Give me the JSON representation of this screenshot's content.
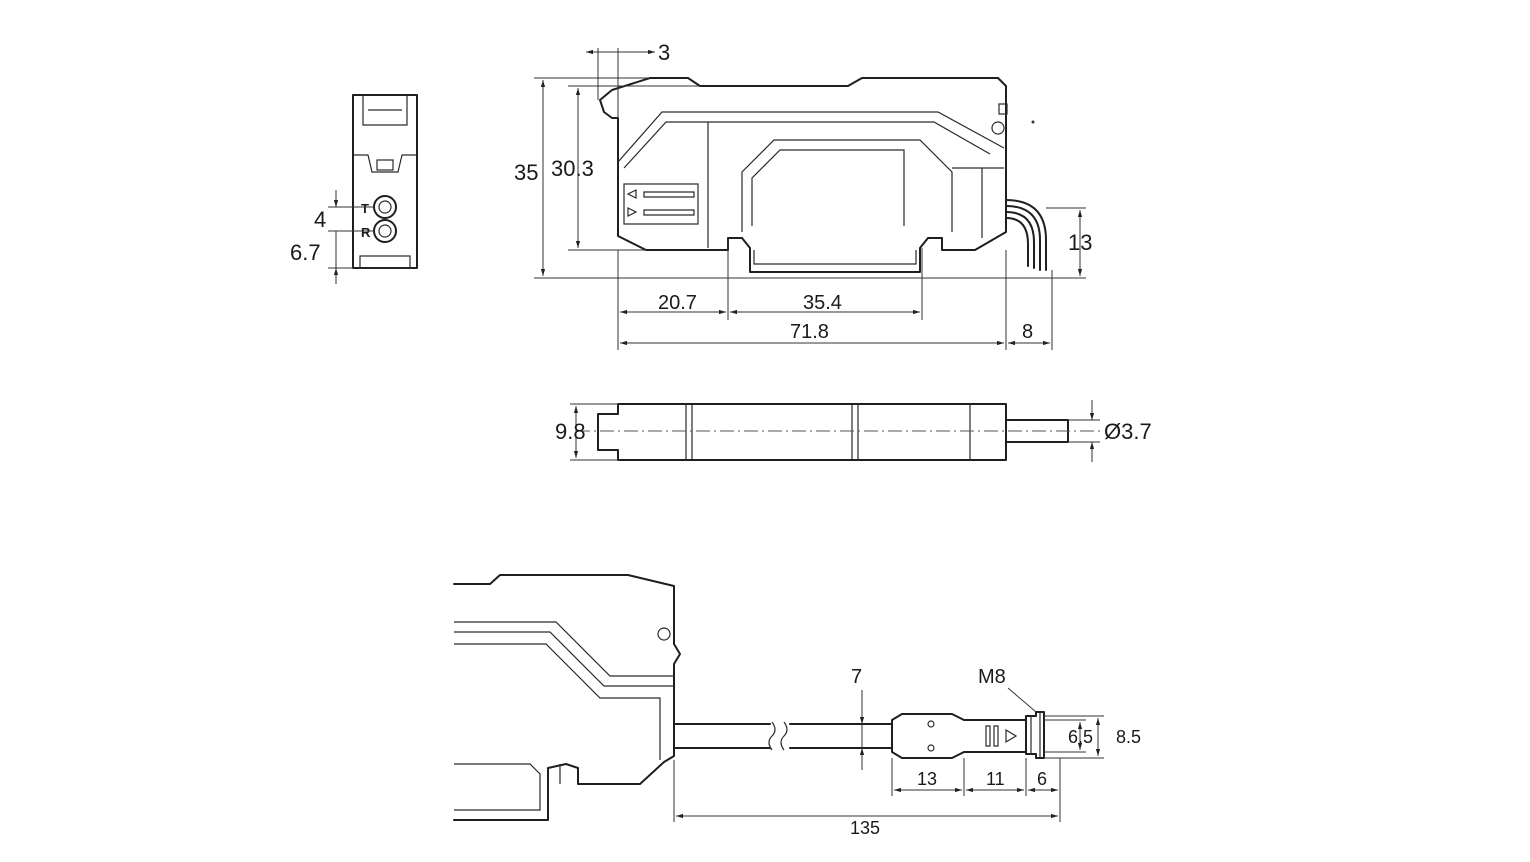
{
  "drawing": {
    "colors": {
      "line": "#1f1f1f",
      "background": "#ffffff"
    },
    "end_view": {
      "labels": {
        "top_port": "T",
        "bottom_port": "R"
      },
      "dims": {
        "port_pitch": "4",
        "bottom_offset": "6.7"
      }
    },
    "side_view": {
      "dims": {
        "latch": "3",
        "height_total": "35",
        "height_body": "30.3",
        "cable_height": "13",
        "front_offset": "20.7",
        "rail_width": "35.4",
        "length": "71.8",
        "cable_exit": "8"
      }
    },
    "top_view": {
      "dims": {
        "width": "9.8",
        "cable_diameter": "Ø3.7"
      }
    },
    "connector_view": {
      "labels": {
        "thread": "M8"
      },
      "dims": {
        "cable_dia": "7",
        "conn_body": "13",
        "conn_mid": "11",
        "conn_end": "6",
        "conn_inner_dia": "6.5",
        "conn_outer_dia": "8.5",
        "cable_length": "135"
      }
    }
  }
}
